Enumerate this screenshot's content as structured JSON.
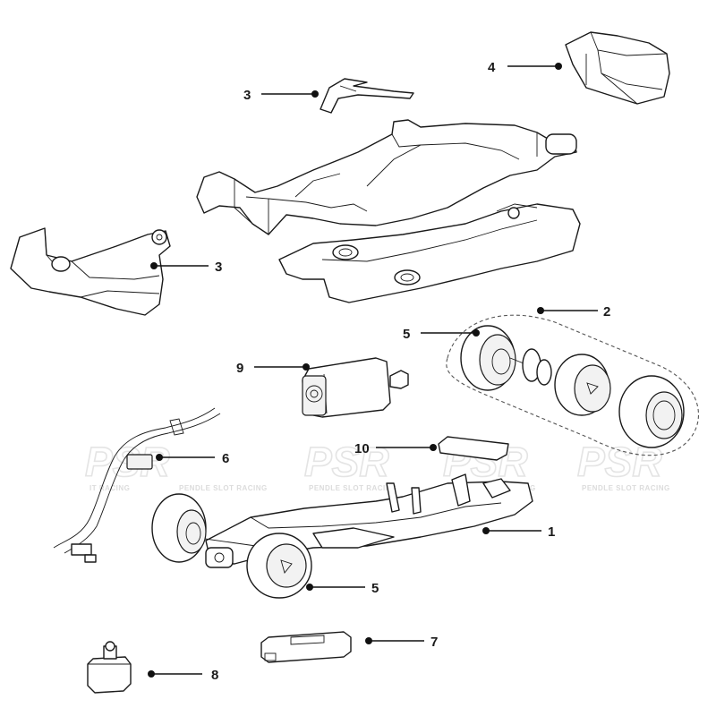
{
  "watermark": {
    "brand": "PSR",
    "tagline": "PENDLE SLOT RACING",
    "tagline_cut": "IT RACING"
  },
  "callouts": [
    {
      "id": "c1",
      "label": "1"
    },
    {
      "id": "c2",
      "label": "2"
    },
    {
      "id": "c3a",
      "label": "3"
    },
    {
      "id": "c3b",
      "label": "3"
    },
    {
      "id": "c4",
      "label": "4"
    },
    {
      "id": "c5a",
      "label": "5"
    },
    {
      "id": "c5b",
      "label": "5"
    },
    {
      "id": "c6",
      "label": "6"
    },
    {
      "id": "c7",
      "label": "7"
    },
    {
      "id": "c8",
      "label": "8"
    },
    {
      "id": "c9",
      "label": "9"
    },
    {
      "id": "c10",
      "label": "10"
    }
  ]
}
